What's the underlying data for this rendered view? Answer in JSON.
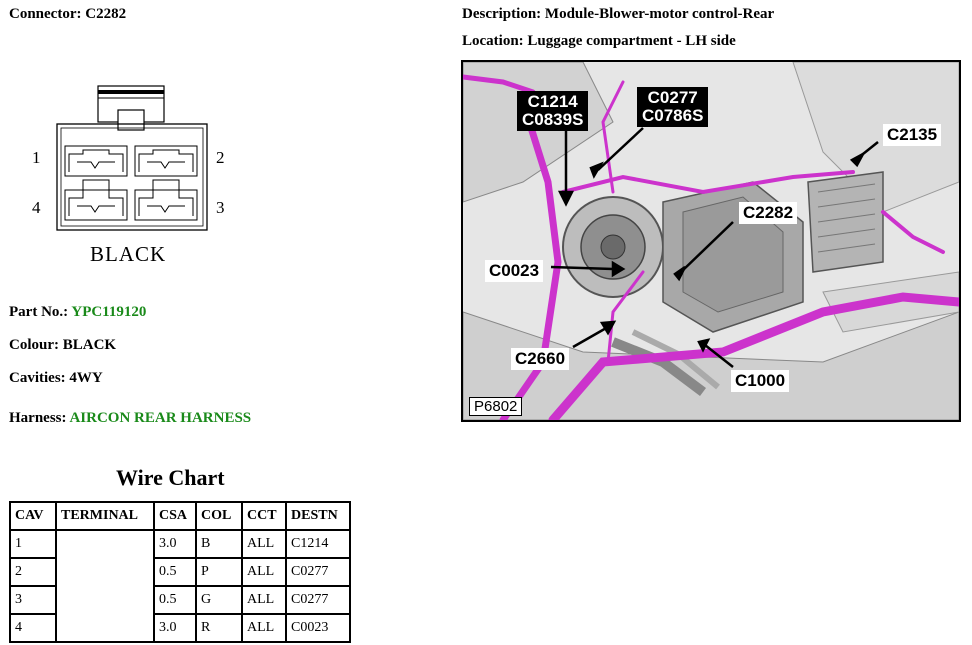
{
  "connector": {
    "label": "Connector:",
    "value": "C2282"
  },
  "description": {
    "label": "Description:",
    "value": "Module-Blower-motor control-Rear"
  },
  "location": {
    "label": "Location:",
    "value": "Luggage compartment - LH side"
  },
  "diagram": {
    "pins": [
      "1",
      "2",
      "4",
      "3"
    ],
    "colour_text": "BLACK"
  },
  "part": {
    "label": "Part No.:",
    "value": "YPC119120"
  },
  "colour": {
    "label": "Colour:",
    "value": "BLACK"
  },
  "cavities": {
    "label": "Cavities:",
    "value": "4WY"
  },
  "harness": {
    "label": "Harness:",
    "value": "AIRCON REAR HARNESS"
  },
  "wire_chart": {
    "title": "Wire Chart",
    "headers": [
      "CAV",
      "TERMINAL",
      "CSA",
      "COL",
      "CCT",
      "DESTN"
    ],
    "rows": [
      [
        "1",
        "",
        "3.0",
        "B",
        "ALL",
        "C1214"
      ],
      [
        "2",
        "",
        "0.5",
        "P",
        "ALL",
        "C0277"
      ],
      [
        "3",
        "",
        "0.5",
        "G",
        "ALL",
        "C0277"
      ],
      [
        "4",
        "",
        "3.0",
        "R",
        "ALL",
        "C0023"
      ]
    ]
  },
  "photo": {
    "id": "P6802",
    "callouts": {
      "c1214": "C1214",
      "c0839s": "C0839S",
      "c0277": "C0277",
      "c0786s": "C0786S",
      "c2135": "C2135",
      "c2282": "C2282",
      "c0023": "C0023",
      "c2660": "C2660",
      "c1000": "C1000"
    },
    "harness_color": "#cc33cc"
  }
}
